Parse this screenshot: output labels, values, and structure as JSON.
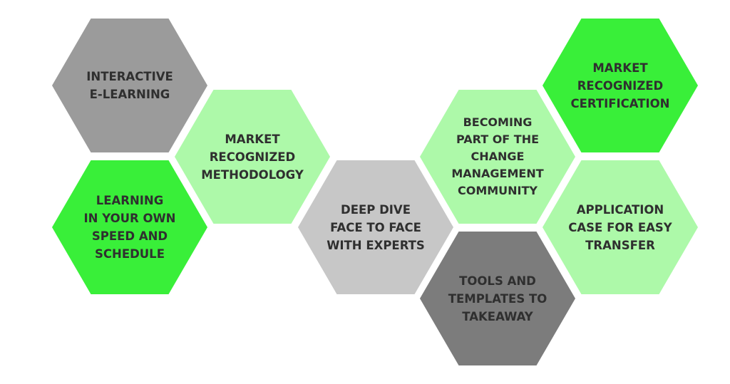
{
  "colors": {
    "gray_medium": "#9b9b9b",
    "gray_light": "#c7c7c7",
    "gray_dark": "#7c7c7c",
    "green_bright": "#39ef39",
    "green_pale": "#adf9a9",
    "text": "#2f2f2f"
  },
  "hexagons": [
    {
      "id": "interactive-elearning",
      "label": "INTERACTIVE\nE-LEARNING",
      "color": "gray_medium"
    },
    {
      "id": "market-methodology",
      "label": "MARKET\nRECOGNIZED\nMETHODOLOGY",
      "color": "green_pale"
    },
    {
      "id": "learning-own-speed",
      "label": "LEARNING\nIN YOUR OWN\nSPEED AND\nSCHEDULE",
      "color": "green_bright"
    },
    {
      "id": "deep-dive",
      "label": "DEEP DIVE\nFACE TO FACE\nWITH EXPERTS",
      "color": "gray_light"
    },
    {
      "id": "community",
      "label": "BECOMING\nPART OF THE\nCHANGE\nMANAGEMENT\nCOMMUNITY",
      "color": "green_pale"
    },
    {
      "id": "tools-templates",
      "label": "TOOLS AND\nTEMPLATES TO\nTAKEAWAY",
      "color": "gray_dark"
    },
    {
      "id": "market-certification",
      "label": "MARKET\nRECOGNIZED\nCERTIFICATION",
      "color": "green_bright"
    },
    {
      "id": "application-case",
      "label": "APPLICATION\nCASE FOR EASY\nTRANSFER",
      "color": "green_pale"
    }
  ]
}
